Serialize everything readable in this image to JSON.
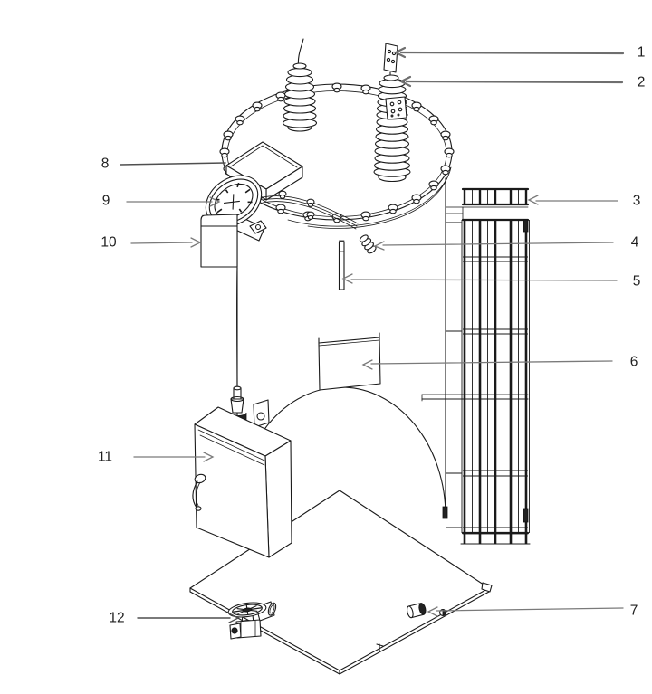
{
  "diagram": {
    "type": "technical-line-drawing",
    "subject": "single-phase distribution transformer exploded-view style part diagram"
  },
  "callouts": [
    {
      "label": "1"
    },
    {
      "label": "2"
    },
    {
      "label": "3"
    },
    {
      "label": "4"
    },
    {
      "label": "5"
    },
    {
      "label": "6"
    },
    {
      "label": "7"
    },
    {
      "label": "8"
    },
    {
      "label": "9"
    },
    {
      "label": "10"
    },
    {
      "label": "11"
    },
    {
      "label": "12"
    }
  ],
  "colors": {
    "background": "#ffffff",
    "line_art": "#1a1a1a",
    "callout_line": "#7a7a7a",
    "callout_line_dark": "#4f4f4f",
    "label_text": "#1f1f1f"
  }
}
